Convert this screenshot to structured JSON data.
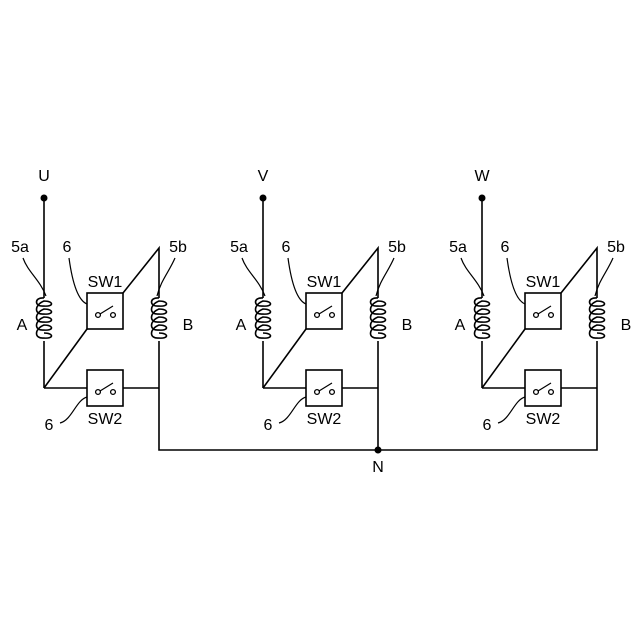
{
  "units": [
    {
      "terminal": "U",
      "coil_a": {
        "label": "A",
        "ref": "5a"
      },
      "coil_b": {
        "label": "B",
        "ref": "5b"
      },
      "switch1": {
        "label": "SW1",
        "ref": "6"
      },
      "switch2": {
        "label": "SW2",
        "ref": "6"
      }
    },
    {
      "terminal": "V",
      "coil_a": {
        "label": "A",
        "ref": "5a"
      },
      "coil_b": {
        "label": "B",
        "ref": "5b"
      },
      "switch1": {
        "label": "SW1",
        "ref": "6"
      },
      "switch2": {
        "label": "SW2",
        "ref": "6"
      }
    },
    {
      "terminal": "W",
      "coil_a": {
        "label": "A",
        "ref": "5a"
      },
      "coil_b": {
        "label": "B",
        "ref": "5b"
      },
      "switch1": {
        "label": "SW1",
        "ref": "6"
      },
      "switch2": {
        "label": "SW2",
        "ref": "6"
      }
    }
  ],
  "neutral": {
    "label": "N"
  }
}
